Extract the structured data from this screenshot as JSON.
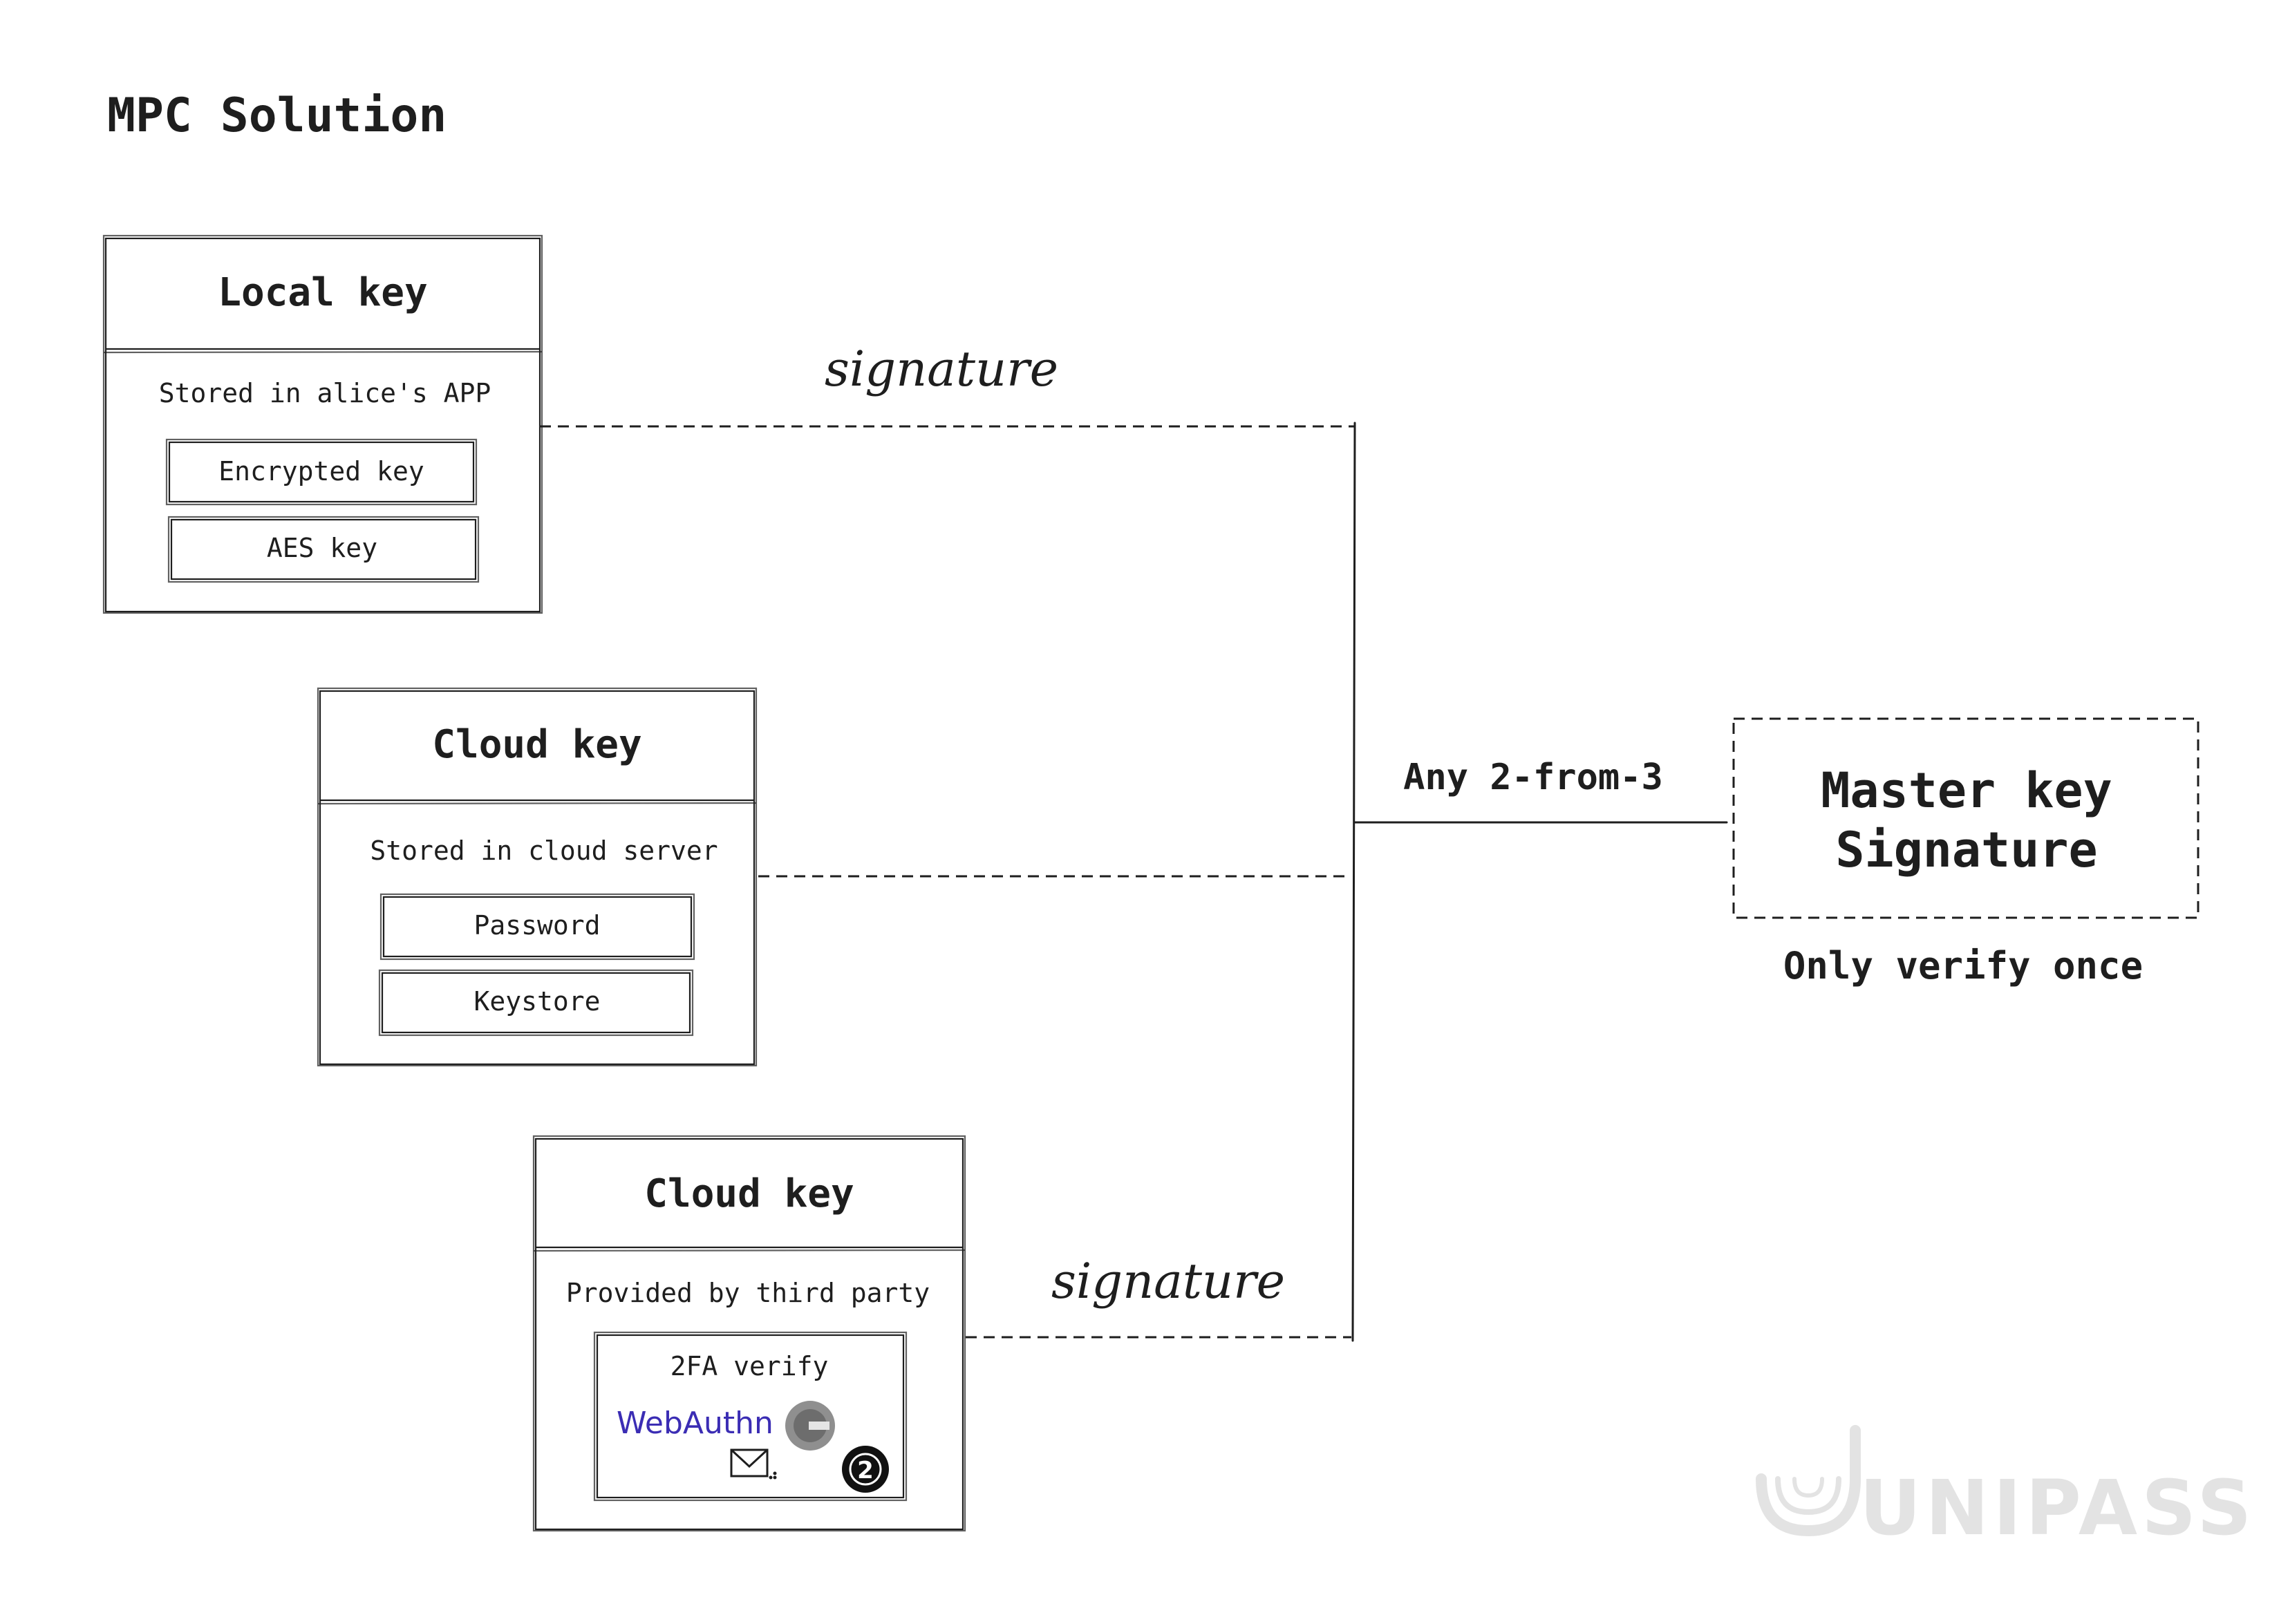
{
  "diagram": {
    "title": "MPC Solution",
    "local_key": {
      "header": "Local key",
      "subtitle": "Stored in alice's APP",
      "items": [
        "Encrypted key",
        "AES key"
      ]
    },
    "cloud_key": {
      "header": "Cloud key",
      "subtitle": "Stored in cloud server",
      "items": [
        "Password",
        "Keystore"
      ]
    },
    "third_party_key": {
      "header": "Cloud key",
      "subtitle": "Provided by third party",
      "verify_title": "2FA verify",
      "webauthn_label": "WebAuthn",
      "webauthn_color": "#3b2db4",
      "authenticator_number": "2"
    },
    "connector_labels": {
      "top_signature": "signature",
      "bottom_signature": "signature",
      "threshold": "Any 2-from-3"
    },
    "master_key": {
      "title_line1": "Master key",
      "title_line2": "Signature",
      "caption": "Only verify once"
    },
    "watermark": {
      "text": "UNIPASS",
      "color": "#e3e3e3"
    }
  }
}
